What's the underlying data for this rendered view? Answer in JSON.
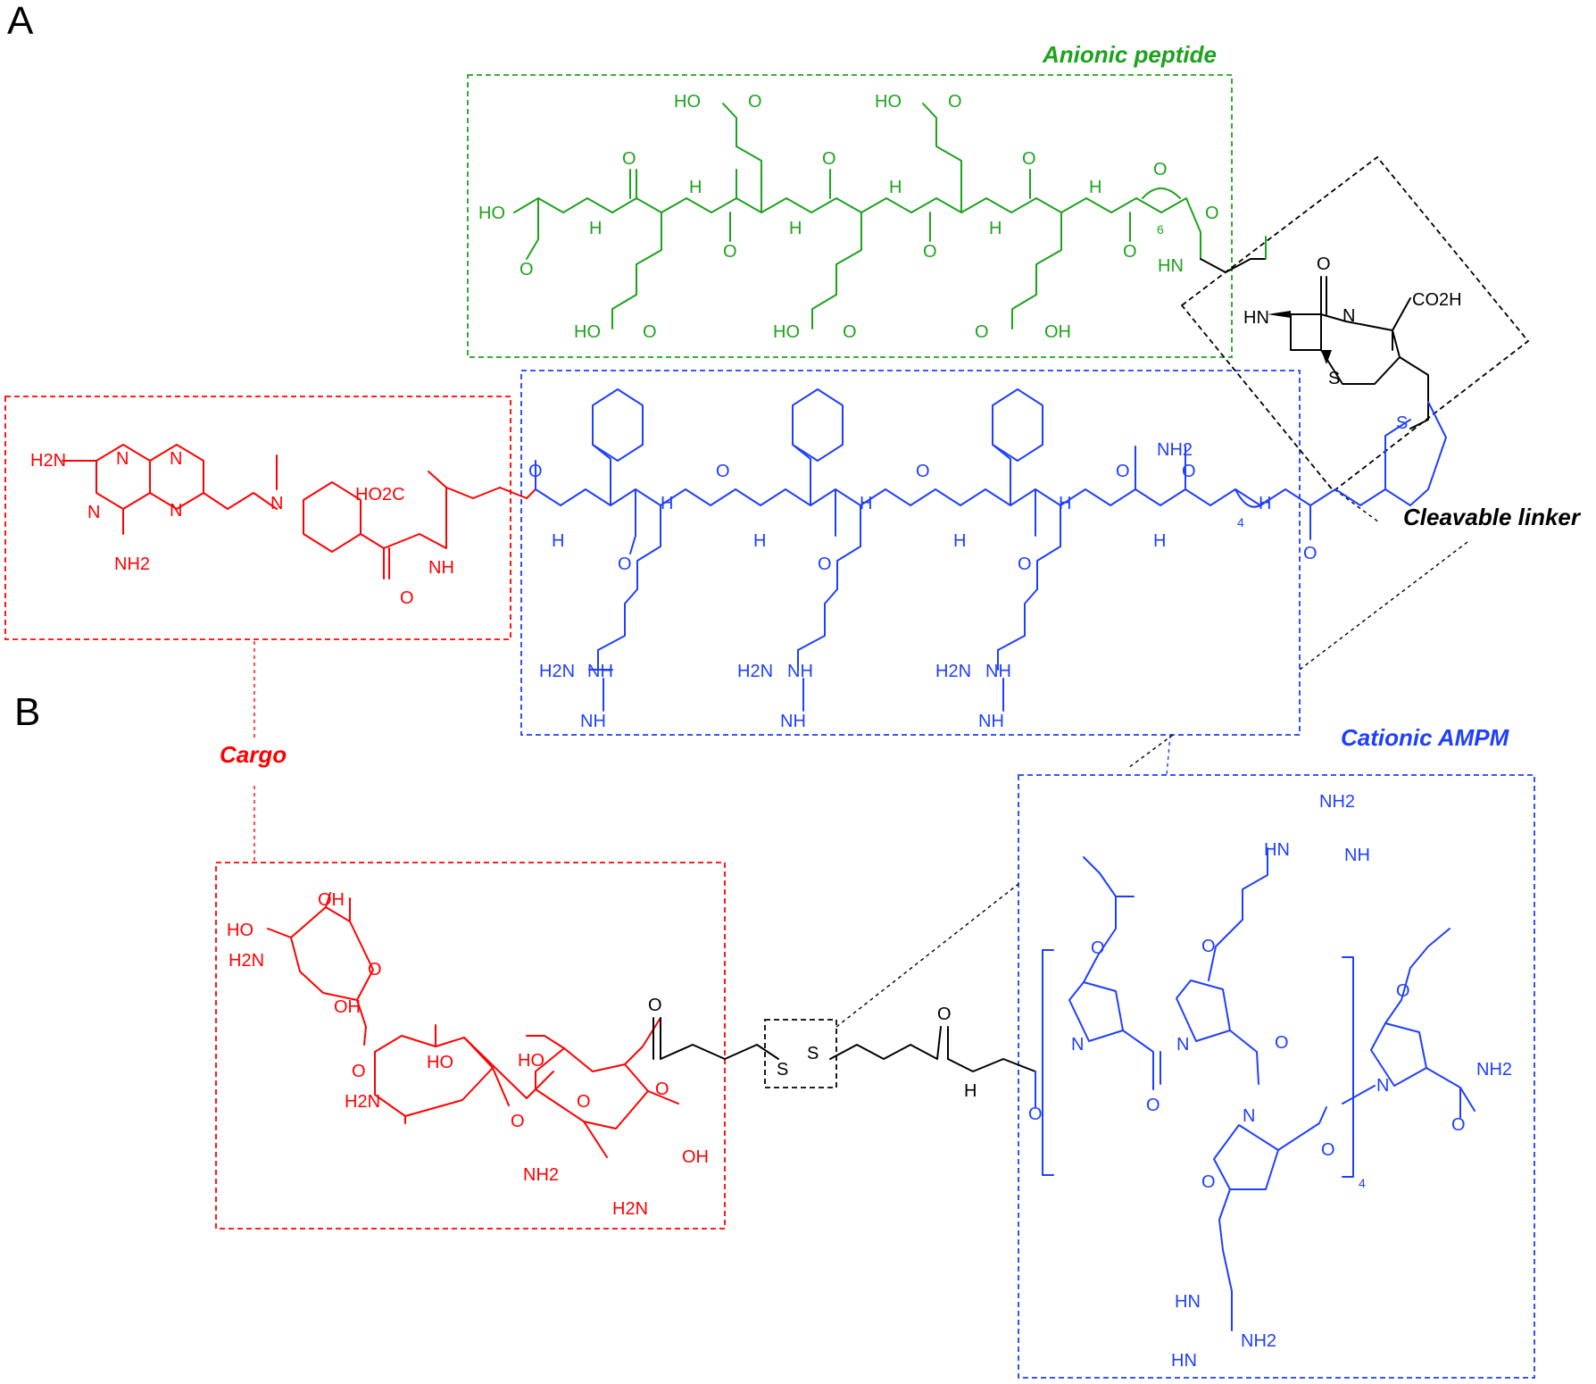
{
  "panels": {
    "a": "A",
    "b": "B"
  },
  "labels": {
    "anionic": "Anionic peptide",
    "cleavable": "Cleavable linker",
    "cargo": "Cargo",
    "cationic": "Cationic AMPM"
  },
  "atoms": {
    "ho": "HO",
    "oh": "OH",
    "o": "O",
    "n": "N",
    "s": "S",
    "nh": "NH",
    "hn": "HN",
    "h": "H",
    "h2n": "H2N",
    "nh2": "NH2",
    "nh2_sub": "NH",
    "co2h": "CO2H",
    "ho2c": "HO2C",
    "six": "6",
    "four": "4"
  },
  "colors": {
    "anionic": "#1ea21e",
    "cargo": "#ff0000",
    "cationic": "#1f3fff",
    "linker": "#000000"
  }
}
